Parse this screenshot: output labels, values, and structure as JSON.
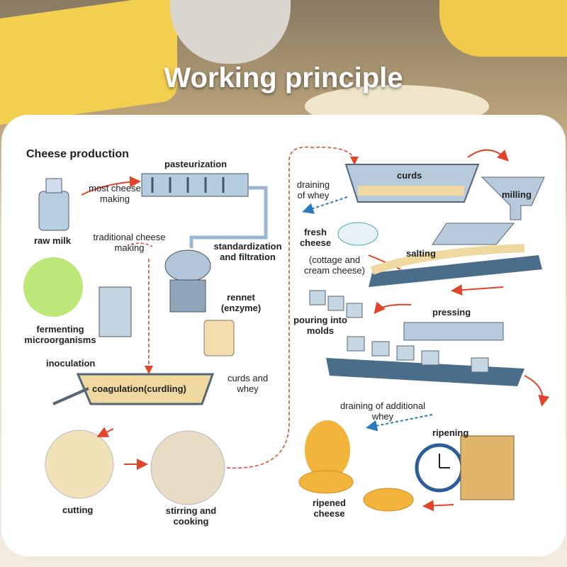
{
  "title": "Working principle",
  "diagram": {
    "heading": "Cheese production",
    "labels": {
      "pasteurization": "pasteurization",
      "most_cheese_making": "most cheese making",
      "raw_milk": "raw milk",
      "traditional": "traditional cheese making",
      "standardization": "standardization and filtration",
      "rennet": "rennet (enzyme)",
      "fermenting": "fermenting microorganisms",
      "inoculation": "inoculation",
      "coagulation": "coagulation(curdling)",
      "curds_whey": "curds and whey",
      "cutting": "cutting",
      "stirring": "stirring and cooking",
      "draining_whey": "draining of whey",
      "curds": "curds",
      "milling": "milling",
      "fresh_cheese": "fresh cheese",
      "fresh_cheese_note": "(cottage and cream cheese)",
      "salting": "salting",
      "pouring": "pouring into molds",
      "pressing": "pressing",
      "draining_additional": "draining of additional whey",
      "ripening": "ripening",
      "ripened": "ripened cheese"
    }
  },
  "colors": {
    "arrow": "#e0452a",
    "whey_arrow": "#2a7ac0",
    "steel": "#a9c2d8",
    "curd": "#f0d9a0",
    "cheese": "#f2b43a"
  }
}
